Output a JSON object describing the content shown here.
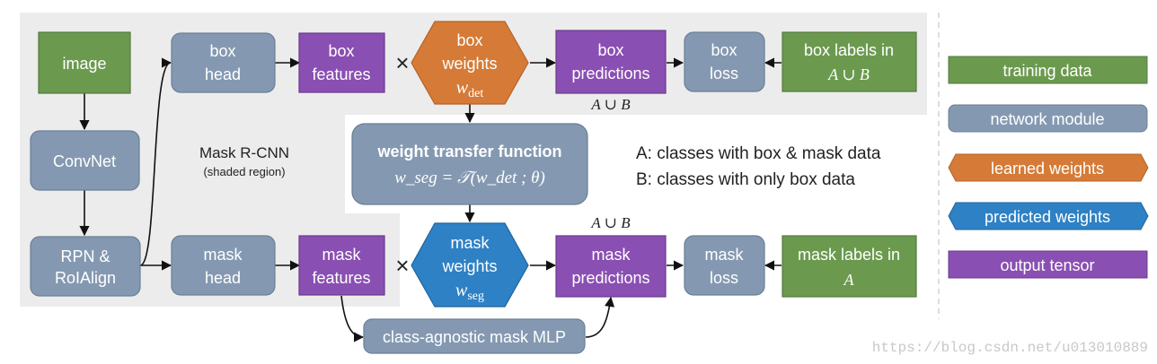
{
  "nodes": {
    "image": "image",
    "convnet": "ConvNet",
    "rpn": [
      "RPN &",
      "RoIAlign"
    ],
    "box_head": [
      "box",
      "head"
    ],
    "mask_head": [
      "mask",
      "head"
    ],
    "box_features": [
      "box",
      "features"
    ],
    "mask_features": [
      "mask",
      "features"
    ],
    "box_weights": [
      "box",
      "weights"
    ],
    "box_weights_sym": "w",
    "box_weights_sub": "det",
    "mask_weights": [
      "mask",
      "weights"
    ],
    "mask_weights_sym": "w",
    "mask_weights_sub": "seg",
    "box_predictions": [
      "box",
      "predictions"
    ],
    "mask_predictions": [
      "mask",
      "predictions"
    ],
    "box_loss": [
      "box",
      "loss"
    ],
    "mask_loss": [
      "mask",
      "loss"
    ],
    "box_labels": [
      "box labels in",
      "A ∪ B"
    ],
    "mask_labels": [
      "mask labels in",
      "A"
    ],
    "wtf_title": "weight transfer function",
    "wtf_formula": "w_seg = 𝒯(w_det ; θ)",
    "mlp": "class-agnostic mask MLP",
    "times_top": "×",
    "times_bottom": "×"
  },
  "annotations": {
    "mask_rcnn_title": "Mask R-CNN",
    "mask_rcnn_sub": "(shaded region)",
    "a_union_b_top": "A ∪ B",
    "a_union_b_bottom": "A ∪ B",
    "class_a": "A: classes with box & mask data",
    "class_b": "B: classes with only box data"
  },
  "legend": [
    {
      "label": "training data",
      "color": "#6b9a4f",
      "shape": "rect"
    },
    {
      "label": "network module",
      "color": "#8499b1",
      "shape": "rect"
    },
    {
      "label": "learned weights",
      "color": "#d57b37",
      "shape": "hex"
    },
    {
      "label": "predicted weights",
      "color": "#2e81c4",
      "shape": "hex"
    },
    {
      "label": "output tensor",
      "color": "#8a4fb2",
      "shape": "rect"
    }
  ],
  "colors": {
    "training_data": "#6b9a4f",
    "network_module": "#8499b1",
    "learned_weights": "#d57b37",
    "predicted_weights": "#2e81c4",
    "output_tensor": "#8a4fb2",
    "shaded_region": "#ececec"
  },
  "watermark": "https://blog.csdn.net/u013010889"
}
